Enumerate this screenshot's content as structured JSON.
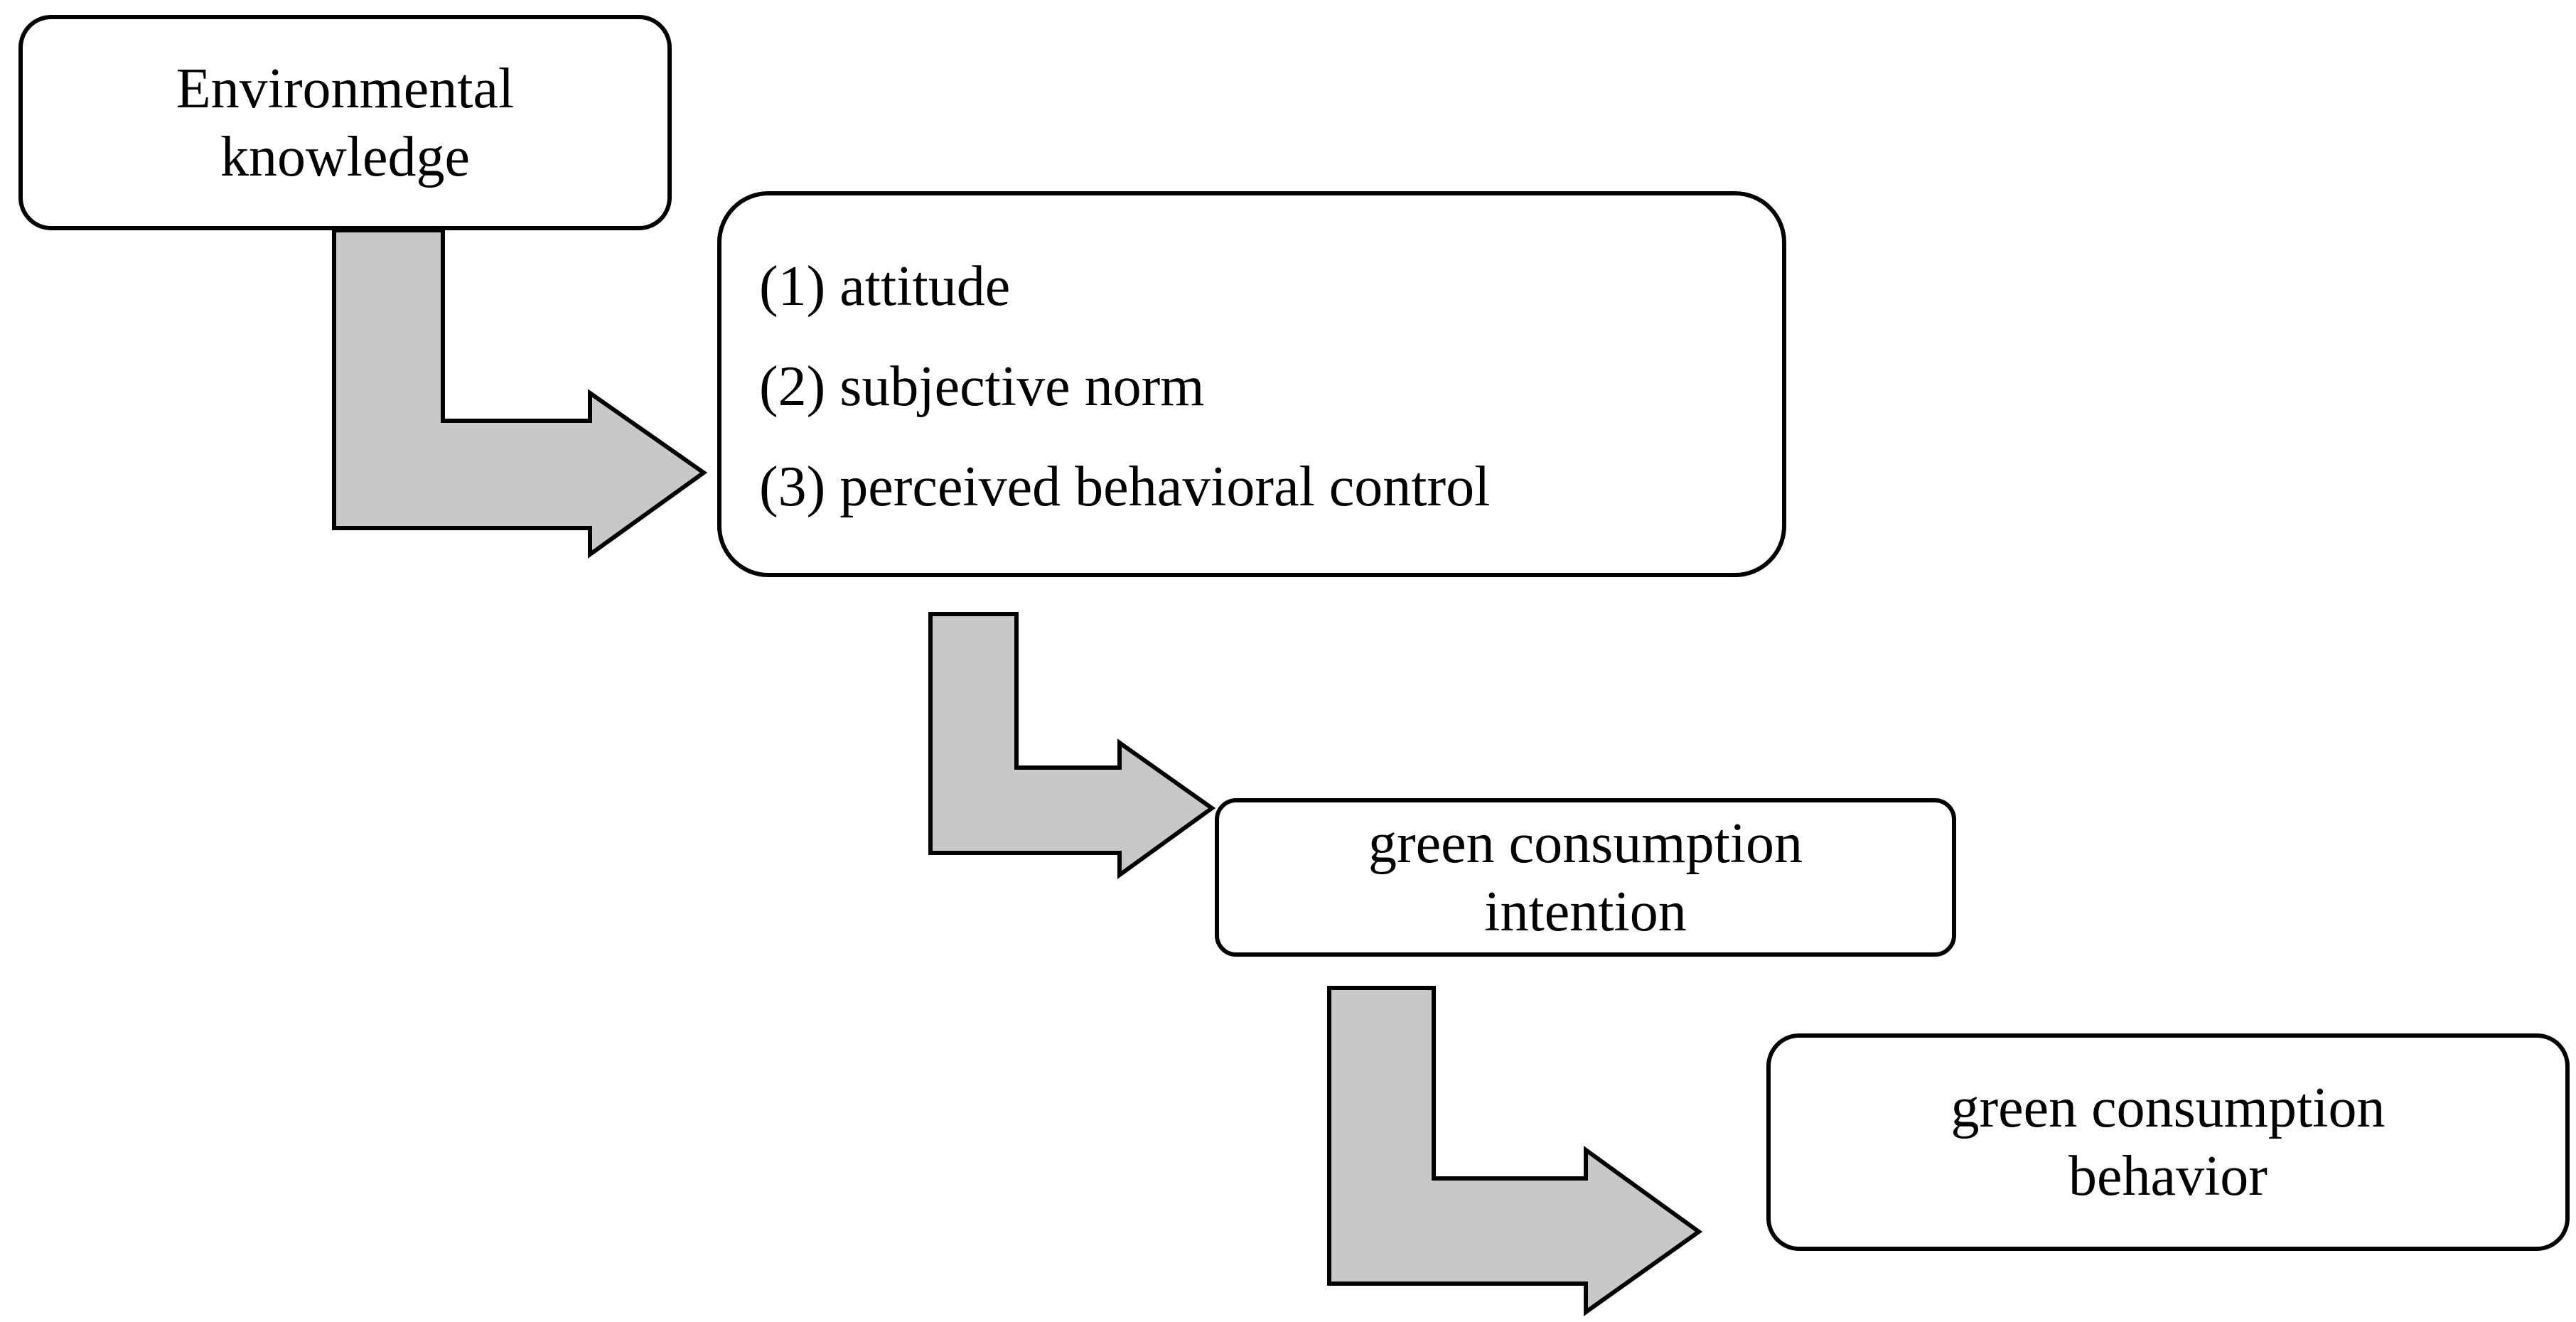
{
  "diagram": {
    "nodes": {
      "environmental_knowledge": {
        "lines": [
          "Environmental",
          "knowledge"
        ]
      },
      "tpb_factors": {
        "items": [
          "(1) attitude",
          "(2) subjective norm",
          "(3) perceived behavioral control"
        ]
      },
      "green_consumption_intention": {
        "lines": [
          "green consumption",
          "intention"
        ]
      },
      "green_consumption_behavior": {
        "lines": [
          "green consumption",
          "behavior"
        ]
      }
    },
    "edges": [
      {
        "from": "environmental_knowledge",
        "to": "tpb_factors"
      },
      {
        "from": "tpb_factors",
        "to": "green_consumption_intention"
      },
      {
        "from": "green_consumption_intention",
        "to": "green_consumption_behavior"
      }
    ],
    "colors": {
      "arrow_fill": "#c8c8c8",
      "stroke": "#000000",
      "box_fill": "#ffffff"
    }
  }
}
